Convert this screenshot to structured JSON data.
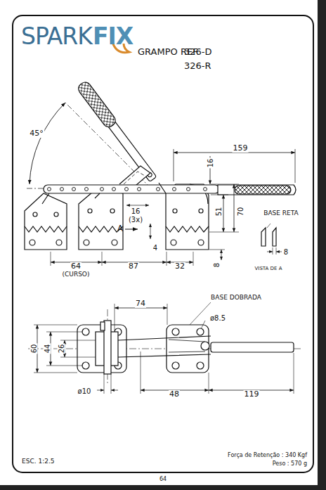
{
  "diagram": {
    "title": "GRAMPO REF.",
    "labels": [
      "SPARK",
      "FIX",
      "326-D",
      "326-R",
      "45°",
      "159",
      "16",
      "16",
      "(3x)",
      "A",
      "51",
      "70",
      "BASE RETA",
      "4",
      "8",
      "8",
      "VISTA DE A",
      "64",
      "(CURSO)",
      "87",
      "32",
      "74",
      "BASE DOBRADA",
      "ø8.5",
      "60",
      "44",
      "26",
      "ø10",
      "48",
      "119",
      "ESC. 1:2.5",
      "Força de Retenção : 340 Kgf",
      "Peso : 570 g",
      "64"
    ]
  }
}
